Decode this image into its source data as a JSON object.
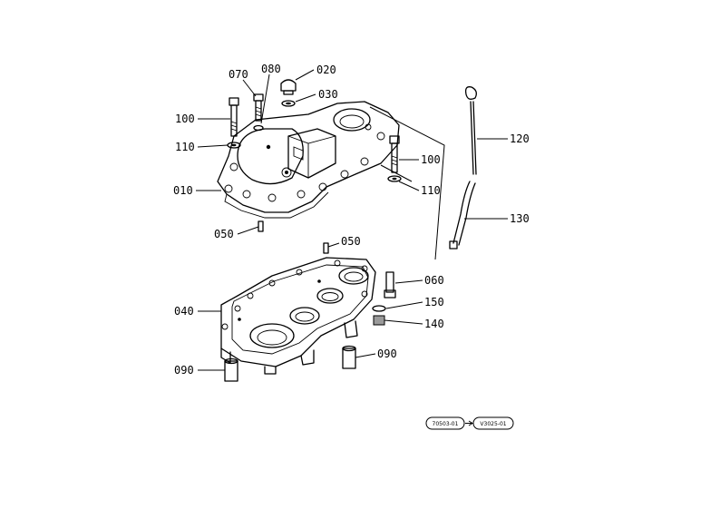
{
  "callouts": [
    {
      "id": "020",
      "label": "020"
    },
    {
      "id": "030",
      "label": "030"
    },
    {
      "id": "070",
      "label": "070"
    },
    {
      "id": "080",
      "label": "080"
    },
    {
      "id": "100a",
      "label": "100"
    },
    {
      "id": "110a",
      "label": "110"
    },
    {
      "id": "010",
      "label": "010"
    },
    {
      "id": "050a",
      "label": "050"
    },
    {
      "id": "100b",
      "label": "100"
    },
    {
      "id": "110b",
      "label": "110"
    },
    {
      "id": "120",
      "label": "120"
    },
    {
      "id": "130",
      "label": "130"
    },
    {
      "id": "050b",
      "label": "050"
    },
    {
      "id": "060",
      "label": "060"
    },
    {
      "id": "150",
      "label": "150"
    },
    {
      "id": "140",
      "label": "140"
    },
    {
      "id": "040",
      "label": "040"
    },
    {
      "id": "090a",
      "label": "090"
    },
    {
      "id": "090b",
      "label": "090"
    }
  ],
  "serial_range": {
    "from": "70503-01",
    "to": "V3025-01"
  }
}
